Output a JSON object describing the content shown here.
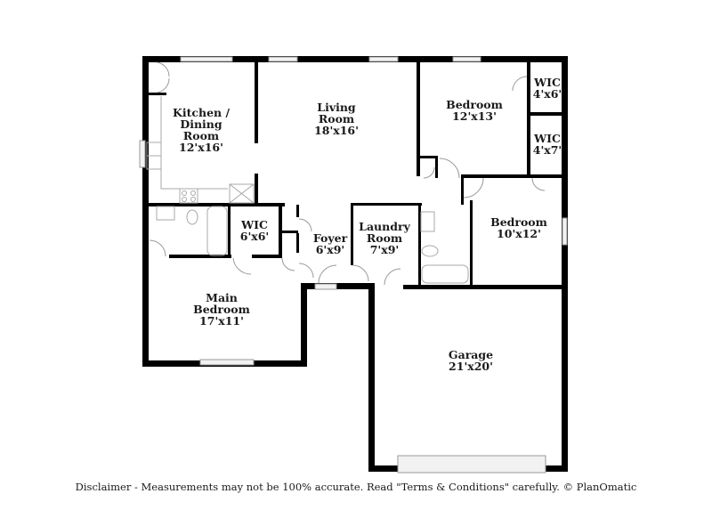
{
  "floor_plan": {
    "rooms": [
      {
        "id": "kitchen",
        "name_lines": [
          "Kitchen /",
          "Dining",
          "Room"
        ],
        "dimensions": "12'x16'"
      },
      {
        "id": "living",
        "name_lines": [
          "Living",
          "Room"
        ],
        "dimensions": "18'x16'"
      },
      {
        "id": "bedroom-ne",
        "name_lines": [
          "Bedroom"
        ],
        "dimensions": "12'x13'"
      },
      {
        "id": "wic-ne-1",
        "name_lines": [
          "WIC"
        ],
        "dimensions": "4'x6'"
      },
      {
        "id": "wic-ne-2",
        "name_lines": [
          "WIC"
        ],
        "dimensions": "4'x7'"
      },
      {
        "id": "wic-main",
        "name_lines": [
          "WIC"
        ],
        "dimensions": "6'x6'"
      },
      {
        "id": "foyer",
        "name_lines": [
          "Foyer"
        ],
        "dimensions": "6'x9'"
      },
      {
        "id": "laundry",
        "name_lines": [
          "Laundry",
          "Room"
        ],
        "dimensions": "7'x9'"
      },
      {
        "id": "bedroom-e",
        "name_lines": [
          "Bedroom"
        ],
        "dimensions": "10'x12'"
      },
      {
        "id": "main-bedroom",
        "name_lines": [
          "Main",
          "Bedroom"
        ],
        "dimensions": "17'x11'"
      },
      {
        "id": "garage",
        "name_lines": [
          "Garage"
        ],
        "dimensions": "21'x20'"
      }
    ]
  },
  "footer": {
    "disclaimer": "Disclaimer - Measurements may not be 100% accurate. Read \"Terms & Conditions\" carefully. © PlanOmatic"
  }
}
